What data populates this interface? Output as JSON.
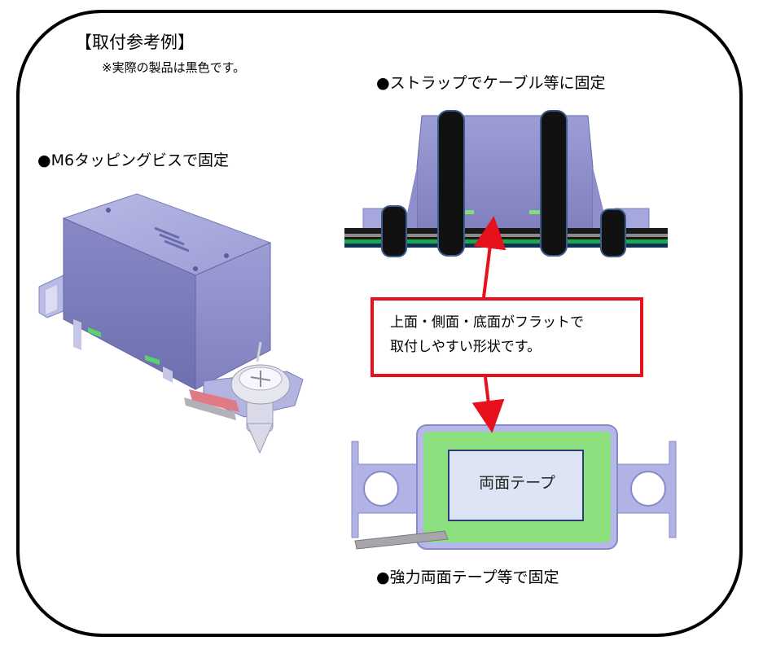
{
  "title": "【取付参考例】",
  "note": "※実際の製品は黒色です。",
  "examples": {
    "strap": "●ストラップでケーブル等に固定",
    "screw": "●M6タッピングビスで固定",
    "tape": "●強力両面テープ等で固定"
  },
  "callout": {
    "line1": "上面・側面・底面がフラットで",
    "line2": "取付しやすい形状です。"
  },
  "tape_label": "両面テープ",
  "colors": {
    "frame": "#000000",
    "callout_border": "#e8101c",
    "arrow": "#e8101c",
    "housing": "#8f90c9",
    "tape": "#8de07f",
    "cable_green": "#1aa84a"
  }
}
